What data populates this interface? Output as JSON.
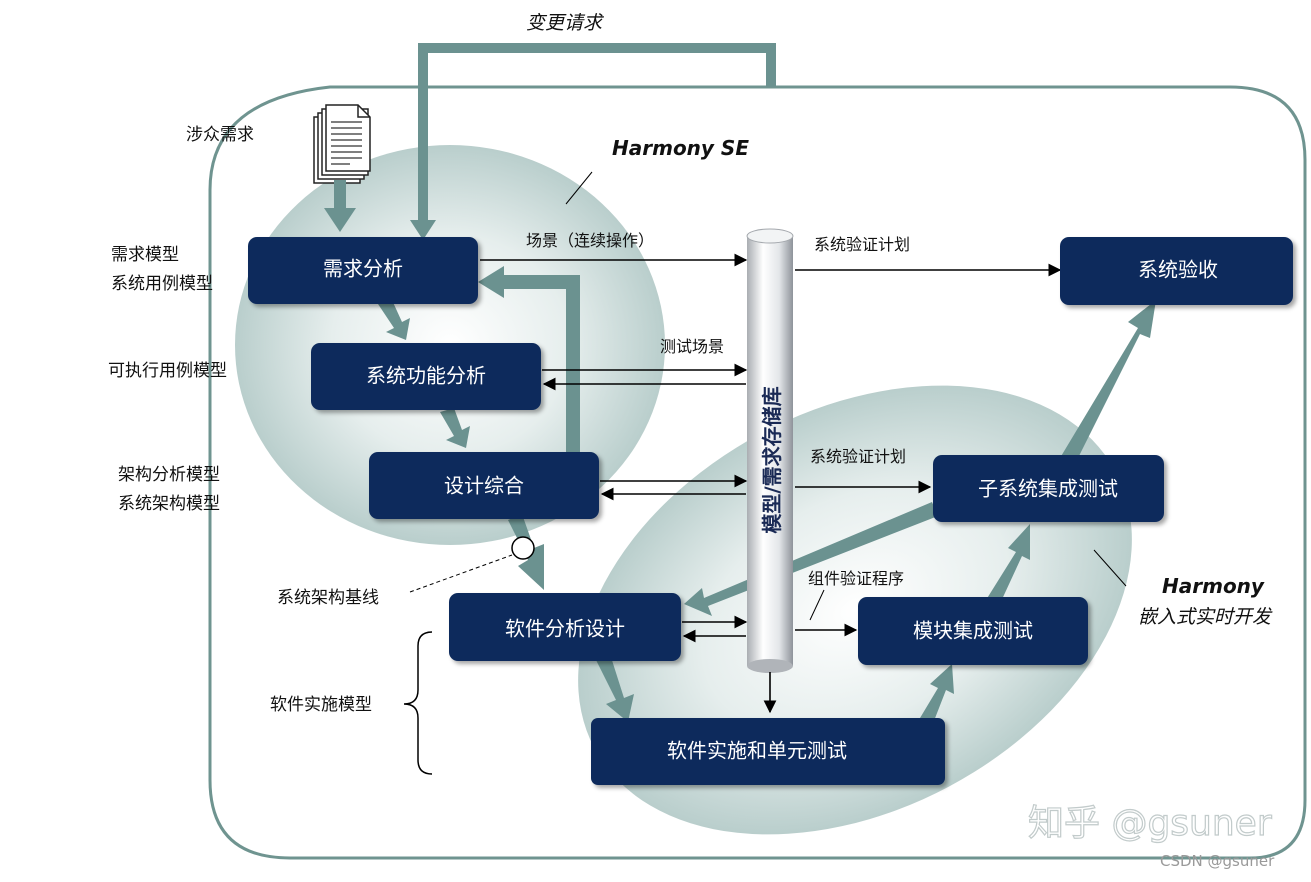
{
  "labels": {
    "change_request": "变更请求",
    "stakeholder_req": "涉众需求",
    "harmony_se": "Harmony SE",
    "req_model": "需求模型",
    "use_case_model": "系统用例模型",
    "exec_use_case_model": "可执行用例模型",
    "arch_analysis_model": "架构分析模型",
    "sys_arch_model": "系统架构模型",
    "arch_baseline": "系统架构基线",
    "sw_impl_model": "软件实施模型",
    "scenario": "场景（连续操作）",
    "test_scenario": "测试场景",
    "sys_verif_plan_top": "系统验证计划",
    "sys_verif_plan_mid": "系统验证计划",
    "component_verif": "组件验证程序",
    "harmony": "Harmony",
    "embedded_rt": "嵌入式实时开发",
    "repository": "模型/需求存储库"
  },
  "boxes": {
    "req_analysis": "需求分析",
    "sys_func_analysis": "系统功能分析",
    "design_synthesis": "设计综合",
    "sw_analysis_design": "软件分析设计",
    "sw_impl_unit_test": "软件实施和单元测试",
    "module_integration_test": "模块集成测试",
    "subsystem_integration_test": "子系统集成测试",
    "system_acceptance": "系统验收"
  },
  "watermark": {
    "main": "知乎 @gsuner",
    "small": "CSDN @gsuner"
  },
  "colors": {
    "box_fill": "#0f2b5b",
    "arrow_teal": "#6b9290",
    "frame_stroke": "#6f9490",
    "ellipse_fill": "#cfdcda"
  }
}
